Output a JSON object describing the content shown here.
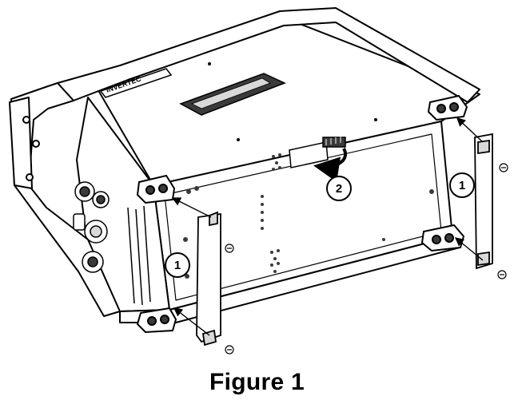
{
  "figure": {
    "caption": "Figure 1",
    "brand_mark": "INVERTEC",
    "callouts": [
      {
        "id": "1",
        "label": "1"
      },
      {
        "id": "2",
        "label": "2"
      },
      {
        "id": "3",
        "label": "1"
      }
    ],
    "colors": {
      "line": "#000000",
      "fill": "#ffffff",
      "shade": "#d9d9d9",
      "dark": "#3a3a3a"
    }
  }
}
